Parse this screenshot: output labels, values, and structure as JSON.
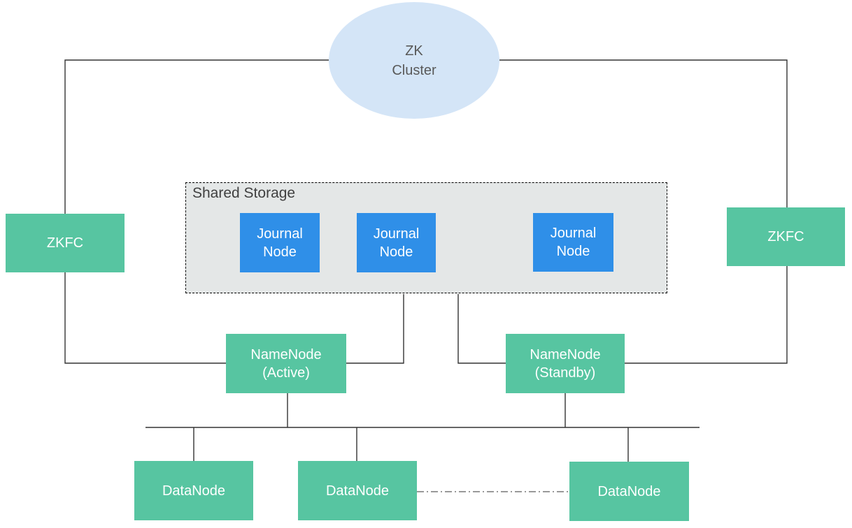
{
  "colors": {
    "node_green": "#57C5A1",
    "node_blue": "#2F8FE8",
    "zk_cluster_fill": "#D4E5F7",
    "shared_storage_fill": "#E4E7E7",
    "shared_storage_border": "#000000",
    "connector_line": "#333333",
    "node_label_text": "#FFFFFF",
    "zk_cluster_text": "#595959",
    "shared_storage_text": "#404040"
  },
  "nodes": {
    "zk_cluster": {
      "label": "ZK\nCluster"
    },
    "zkfc_left": {
      "label": "ZKFC"
    },
    "zkfc_right": {
      "label": "ZKFC"
    },
    "shared_storage": {
      "label": "Shared Storage"
    },
    "journal_node_1": {
      "label": "Journal\nNode"
    },
    "journal_node_2": {
      "label": "Journal\nNode"
    },
    "journal_node_3": {
      "label": "Journal\nNode"
    },
    "namenode_active": {
      "label": "NameNode\n(Active)"
    },
    "namenode_standby": {
      "label": "NameNode\n(Standby)"
    },
    "datanode_1": {
      "label": "DataNode"
    },
    "datanode_2": {
      "label": "DataNode"
    },
    "datanode_3": {
      "label": "DataNode"
    }
  }
}
